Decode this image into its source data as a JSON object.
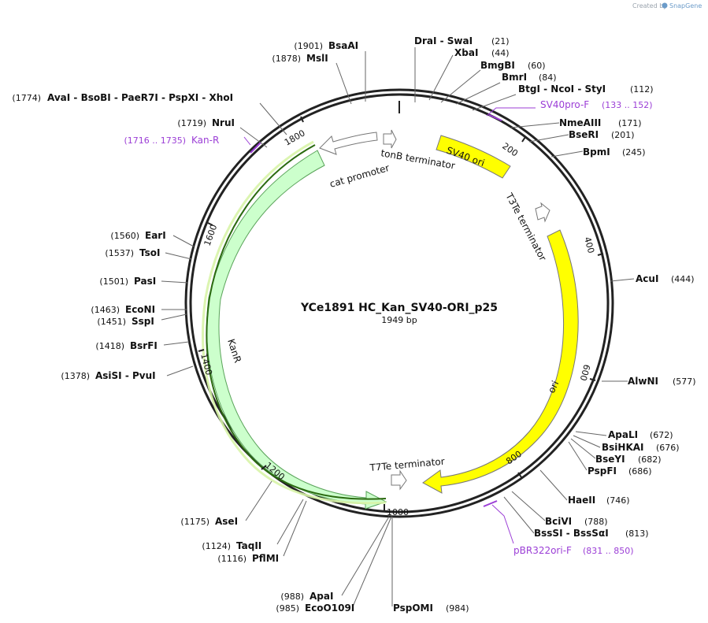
{
  "header": {
    "credit_prefix": "Created by",
    "credit_brand": "SnapGene"
  },
  "plasmid": {
    "name": "YCe1891 HC_Kan_SV40-ORI_p25",
    "length_label": "1949 bp",
    "length": 1949
  },
  "ticks": [
    "200",
    "400",
    "600",
    "800",
    "1000",
    "1200",
    "1400",
    "1600",
    "1800"
  ],
  "sites": {
    "top_left": [
      {
        "pos": "(1901)",
        "names": "BsaAI"
      },
      {
        "pos": "(1878)",
        "names": "MslI"
      },
      {
        "pos": "(1774)",
        "names": "AvaI  - BsoBI  - PaeR7I  - PspXI  - XhoI"
      },
      {
        "pos": "(1719)",
        "names": "NruI"
      }
    ],
    "top_right": [
      {
        "names": "DraI  - SwaI",
        "pos": "(21)"
      },
      {
        "names": "XbaI",
        "pos": "(44)"
      },
      {
        "names": "BmgBI",
        "pos": "(60)"
      },
      {
        "names": "BmrI",
        "pos": "(84)"
      },
      {
        "names": "BtgI  - NcoI  - StyI",
        "pos": "(112)"
      },
      {
        "names": "NmeAIII",
        "pos": "(171)"
      },
      {
        "names": "BseRI",
        "pos": "(201)"
      },
      {
        "names": "BpmI",
        "pos": "(245)"
      }
    ],
    "right": [
      {
        "names": "AcuI",
        "pos": "(444)"
      },
      {
        "names": "AlwNI",
        "pos": "(577)"
      },
      {
        "names": "ApaLI",
        "pos": "(672)"
      },
      {
        "names": "BsiHKAI",
        "pos": "(676)"
      },
      {
        "names": "BseYI",
        "pos": "(682)"
      },
      {
        "names": "PspFI",
        "pos": "(686)"
      },
      {
        "names": "HaeII",
        "pos": "(746)"
      },
      {
        "names": "BciVI",
        "pos": "(788)"
      },
      {
        "names": "BssSI  - BssSαI",
        "pos": "(813)"
      }
    ],
    "left": [
      {
        "pos": "(1560)",
        "names": "EarI"
      },
      {
        "pos": "(1537)",
        "names": "TsoI"
      },
      {
        "pos": "(1501)",
        "names": "PasI"
      },
      {
        "pos": "(1463)",
        "names": "EcoNI"
      },
      {
        "pos": "(1451)",
        "names": "SspI"
      },
      {
        "pos": "(1418)",
        "names": "BsrFI"
      },
      {
        "pos": "(1378)",
        "names": "AsiSI  - PvuI"
      }
    ],
    "bottom_left": [
      {
        "pos": "(1175)",
        "names": "AseI"
      },
      {
        "pos": "(1124)",
        "names": "TaqII"
      },
      {
        "pos": "(1116)",
        "names": "PflMI"
      },
      {
        "pos": "(988)",
        "names": "ApaI"
      },
      {
        "pos": "(985)",
        "names": "EcoO109I"
      }
    ],
    "bottom_right": [
      {
        "names": "PspOMI",
        "pos": "(984)"
      }
    ]
  },
  "primers": [
    {
      "name": "SV40pro-F",
      "range": "(133 .. 152)"
    },
    {
      "name": "Kan-R",
      "range": "(1716 .. 1735)"
    },
    {
      "name": "pBR322ori-F",
      "range": "(831 .. 850)"
    }
  ],
  "features": [
    {
      "name": "SV40 ori",
      "color": "#ffff00"
    },
    {
      "name": "ori",
      "color": "#ffff00"
    },
    {
      "name": "KanR",
      "color": "#ccffcc"
    },
    {
      "name": "cat promoter",
      "color": "#ffffff"
    },
    {
      "name": "tonB terminator",
      "color": "#ffffff"
    },
    {
      "name": "T3Te terminator",
      "color": "#ffffff"
    },
    {
      "name": "T7Te terminator",
      "color": "#ffffff"
    }
  ],
  "colors": {
    "backbone": "#222222",
    "primer": "#9b3ed6",
    "ori": "#ffff00",
    "kanr": "#ccffcc",
    "kanr_highlight": "#d8f4a8"
  }
}
